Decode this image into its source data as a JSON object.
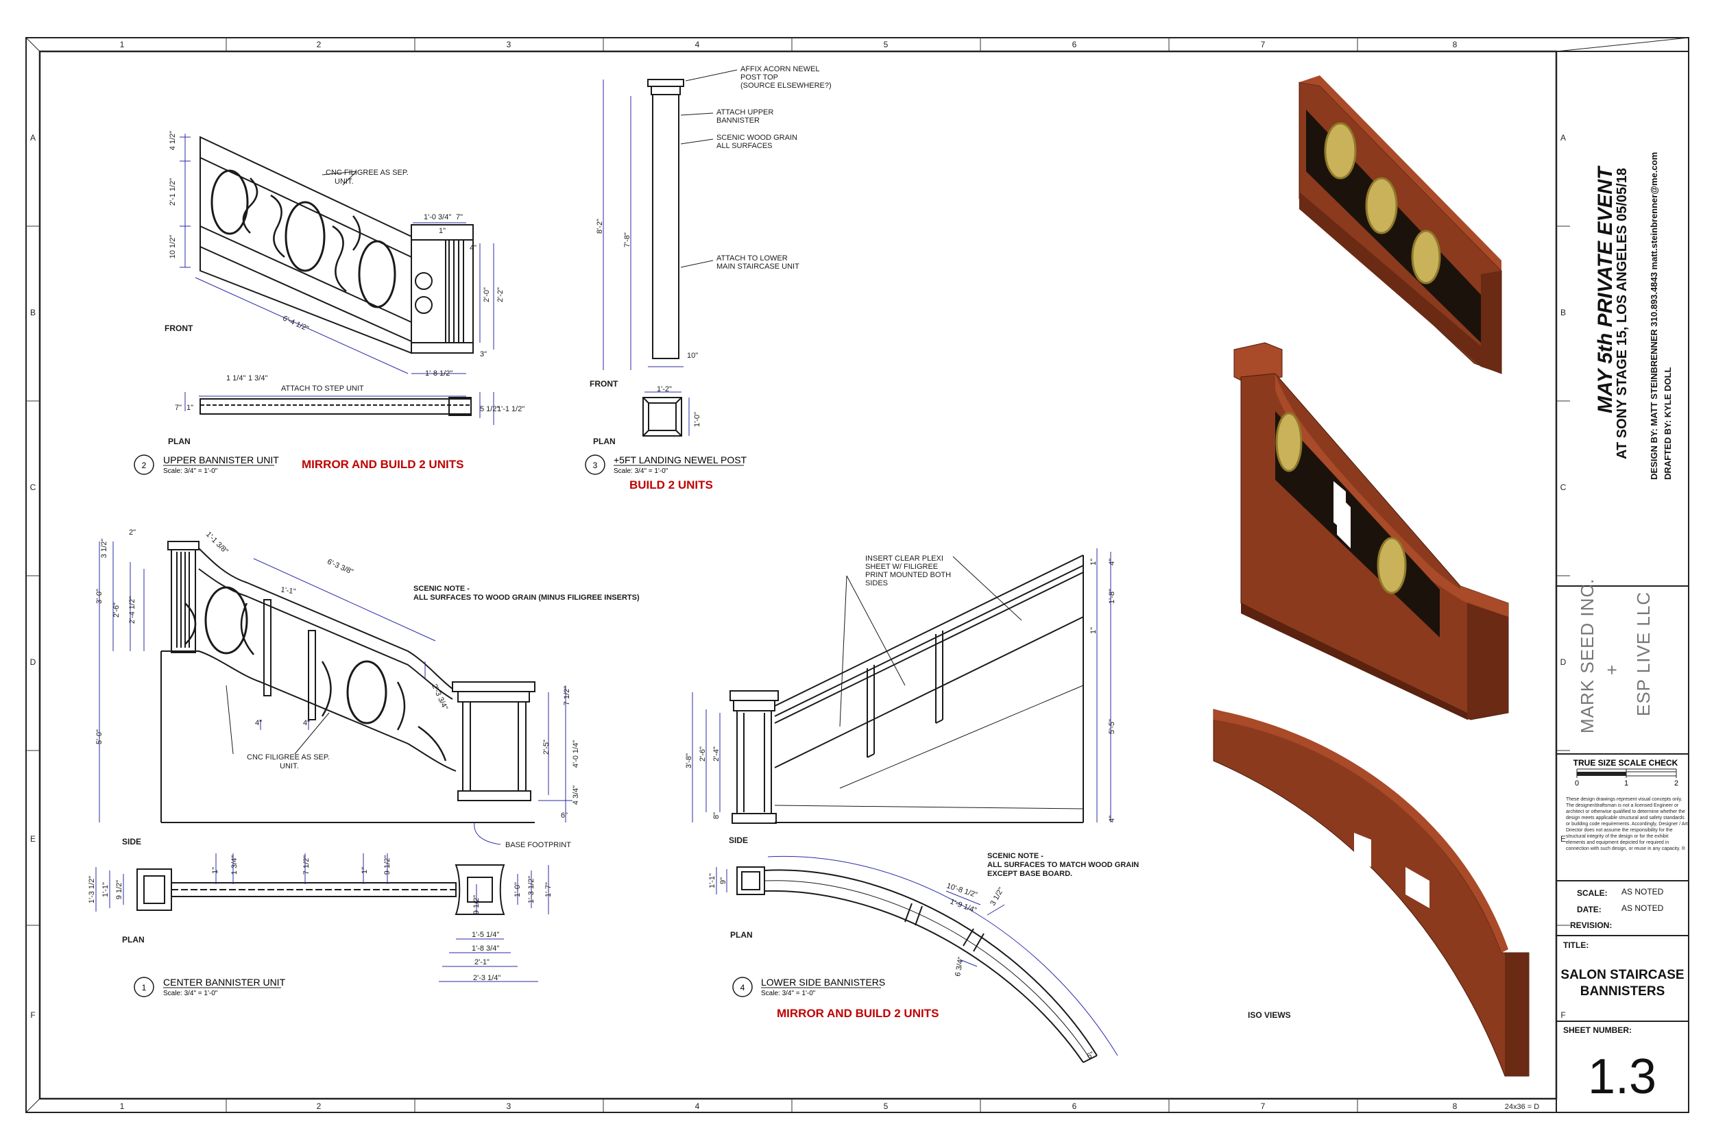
{
  "sheet": {
    "columns": [
      "1",
      "2",
      "3",
      "4",
      "5",
      "6",
      "7",
      "8"
    ],
    "rows": [
      "A",
      "B",
      "C",
      "D",
      "E",
      "F"
    ],
    "size_note": "24x36 = D"
  },
  "views": {
    "v2": {
      "number": "2",
      "title": "UPPER BANNISTER UNIT",
      "scale": "Scale: 3/4\" = 1'-0\"",
      "build_note": "MIRROR AND BUILD 2 UNITS",
      "front_label": "FRONT",
      "plan_label": "PLAN",
      "callout_filigree": [
        "CNC FILIGREE AS SEP.",
        "UNIT."
      ],
      "attach_label": "ATTACH TO STEP UNIT",
      "dims": [
        "4 1/2\"",
        "2'-1 1/2\"",
        "10 1/2\"",
        "6'-4 1/2\"",
        "1'-0 3/4\"",
        "7\"",
        "1\"",
        "4\"",
        "2'-0\"",
        "2'-2\"",
        "3\"",
        "1'-8 1/2\"",
        "1 1/4\"",
        "1 3/4\"",
        "7\"",
        "1\"",
        "5 1/2\"",
        "1'-1 1/2\""
      ]
    },
    "v3": {
      "number": "3",
      "title": "+5FT LANDING NEWEL POST",
      "scale": "Scale: 3/4\" = 1'-0\"",
      "build_note": "BUILD 2 UNITS",
      "front_label": "FRONT",
      "plan_label": "PLAN",
      "notes": [
        [
          "AFFIX ACORN NEWEL",
          "POST TOP",
          "(SOURCE ELSEWHERE?)"
        ],
        [
          "ATTACH UPPER",
          "BANNISTER"
        ],
        [
          "SCENIC WOOD GRAIN",
          "ALL SURFACES"
        ],
        [
          "ATTACH TO LOWER",
          "MAIN STAIRCASE UNIT"
        ]
      ],
      "dims": [
        "8'-2\"",
        "7'-8\"",
        "10\"",
        "1'-2\"",
        "1'-0\""
      ]
    },
    "v1": {
      "number": "1",
      "title": "CENTER BANNISTER UNIT",
      "scale": "Scale: 3/4\" = 1'-0\"",
      "side_label": "SIDE",
      "plan_label": "PLAN",
      "scenic_note": [
        "SCENIC NOTE -",
        "ALL SURFACES TO WOOD GRAIN (MINUS FILIGREE INSERTS)"
      ],
      "callout_filigree": [
        "CNC FILIGREE AS SEP.",
        "UNIT."
      ],
      "base_footprint": "BASE FOOTPRINT",
      "dims_side": [
        "3 1/2\"",
        "2\"",
        "1'-1 3/8\"",
        "6'-3 3/8\"",
        "1'-1\"",
        "3'-0\"",
        "2'-6\"",
        "2'-4 1/2\"",
        "5'-0\"",
        "4\"",
        "4\"",
        "2'-3 3/4\"",
        "7 1/2\"",
        "2'-5\"",
        "4'-0 1/4\"",
        "4 3/4\"",
        "6\""
      ],
      "dims_plan": [
        "1'-3 1/2\"",
        "1'-1\"",
        "9 1/2\"",
        "1\"",
        "1 3/4\"",
        "7 1/2\"",
        "1\"",
        "9 1/2\"",
        "9 1/2\"",
        "1'-0\"",
        "1'-3 1/2\"",
        "1'-7\"",
        "1'-5 1/4\"",
        "1'-8 3/4\"",
        "2'-1\"",
        "2'-3 1/4\""
      ]
    },
    "v4": {
      "number": "4",
      "title": "LOWER SIDE BANNISTERS",
      "scale": "Scale: 3/4\" = 1'-0\"",
      "build_note": "MIRROR AND BUILD 2 UNITS",
      "side_label": "SIDE",
      "plan_label": "PLAN",
      "insert_note": [
        "INSERT CLEAR PLEXI",
        "SHEET W/ FILIGREE",
        "PRINT MOUNTED BOTH",
        "SIDES"
      ],
      "scenic_note": [
        "SCENIC NOTE -",
        "ALL SURFACES TO MATCH WOOD GRAIN",
        "EXCEPT BASE BOARD."
      ],
      "dims_side": [
        "3'-8\"",
        "2'-6\"",
        "2'-4\"",
        "8\"",
        "1\"",
        "4\"",
        "1'-8\"",
        "1\"",
        "5'-5\"",
        "4\""
      ],
      "dims_plan": [
        "1'-1\"",
        "9\"",
        "10'-8 1/2\"",
        "1'-9 1/4\"",
        "3 1/2\"",
        "6 3/4\"",
        "6\""
      ]
    },
    "iso": {
      "label": "ISO VIEWS"
    }
  },
  "title_block": {
    "event_title": "MAY 5th PRIVATE EVENT",
    "event_location": "AT SONY STAGE 15, LOS ANGELES   05/05/18",
    "design_by": "DESIGN BY:   MATT STEINBRENNER      310.893.4843      matt.steinbrenner@me.com",
    "drafted_by": "DRAFTED BY: KYLE DOLL",
    "company_1": "MARK SEED INC.",
    "company_plus": "+",
    "company_2": "ESP LIVE LLC",
    "scale_check": "TRUE SIZE SCALE CHECK",
    "scale_ticks": [
      "0",
      "1",
      "2"
    ],
    "disclaimer": "These design drawings represent visual concepts only. The designer/draftsman is not a licensed Engineer or architect or otherwise qualified to determine whether the design meets applicable structural and safety standards or building code requirements. Accordingly, Designer / Art Director does not assume the responsibility for the structural integrity of the design or for the exhibit elements and equipment depicted for required in connection with such design, or reuse in any capacity. ®",
    "scale_label": "SCALE:",
    "scale_value": "AS NOTED",
    "date_label": "DATE:",
    "date_value": "AS NOTED",
    "revision_label": "REVISION:",
    "title_label": "TITLE:",
    "title_line1": "SALON STAIRCASE",
    "title_line2": "BANNISTERS",
    "sheet_number_label": "SHEET NUMBER:",
    "sheet_number": "1.3"
  },
  "colors": {
    "line": "#1a1a1a",
    "dim": "#2a2aa8",
    "note_red": "#c00000",
    "wood": "#8b3a1e",
    "wood_dark": "#6a2a14",
    "wood_light": "#a94a28",
    "gold": "#c9b25a"
  }
}
